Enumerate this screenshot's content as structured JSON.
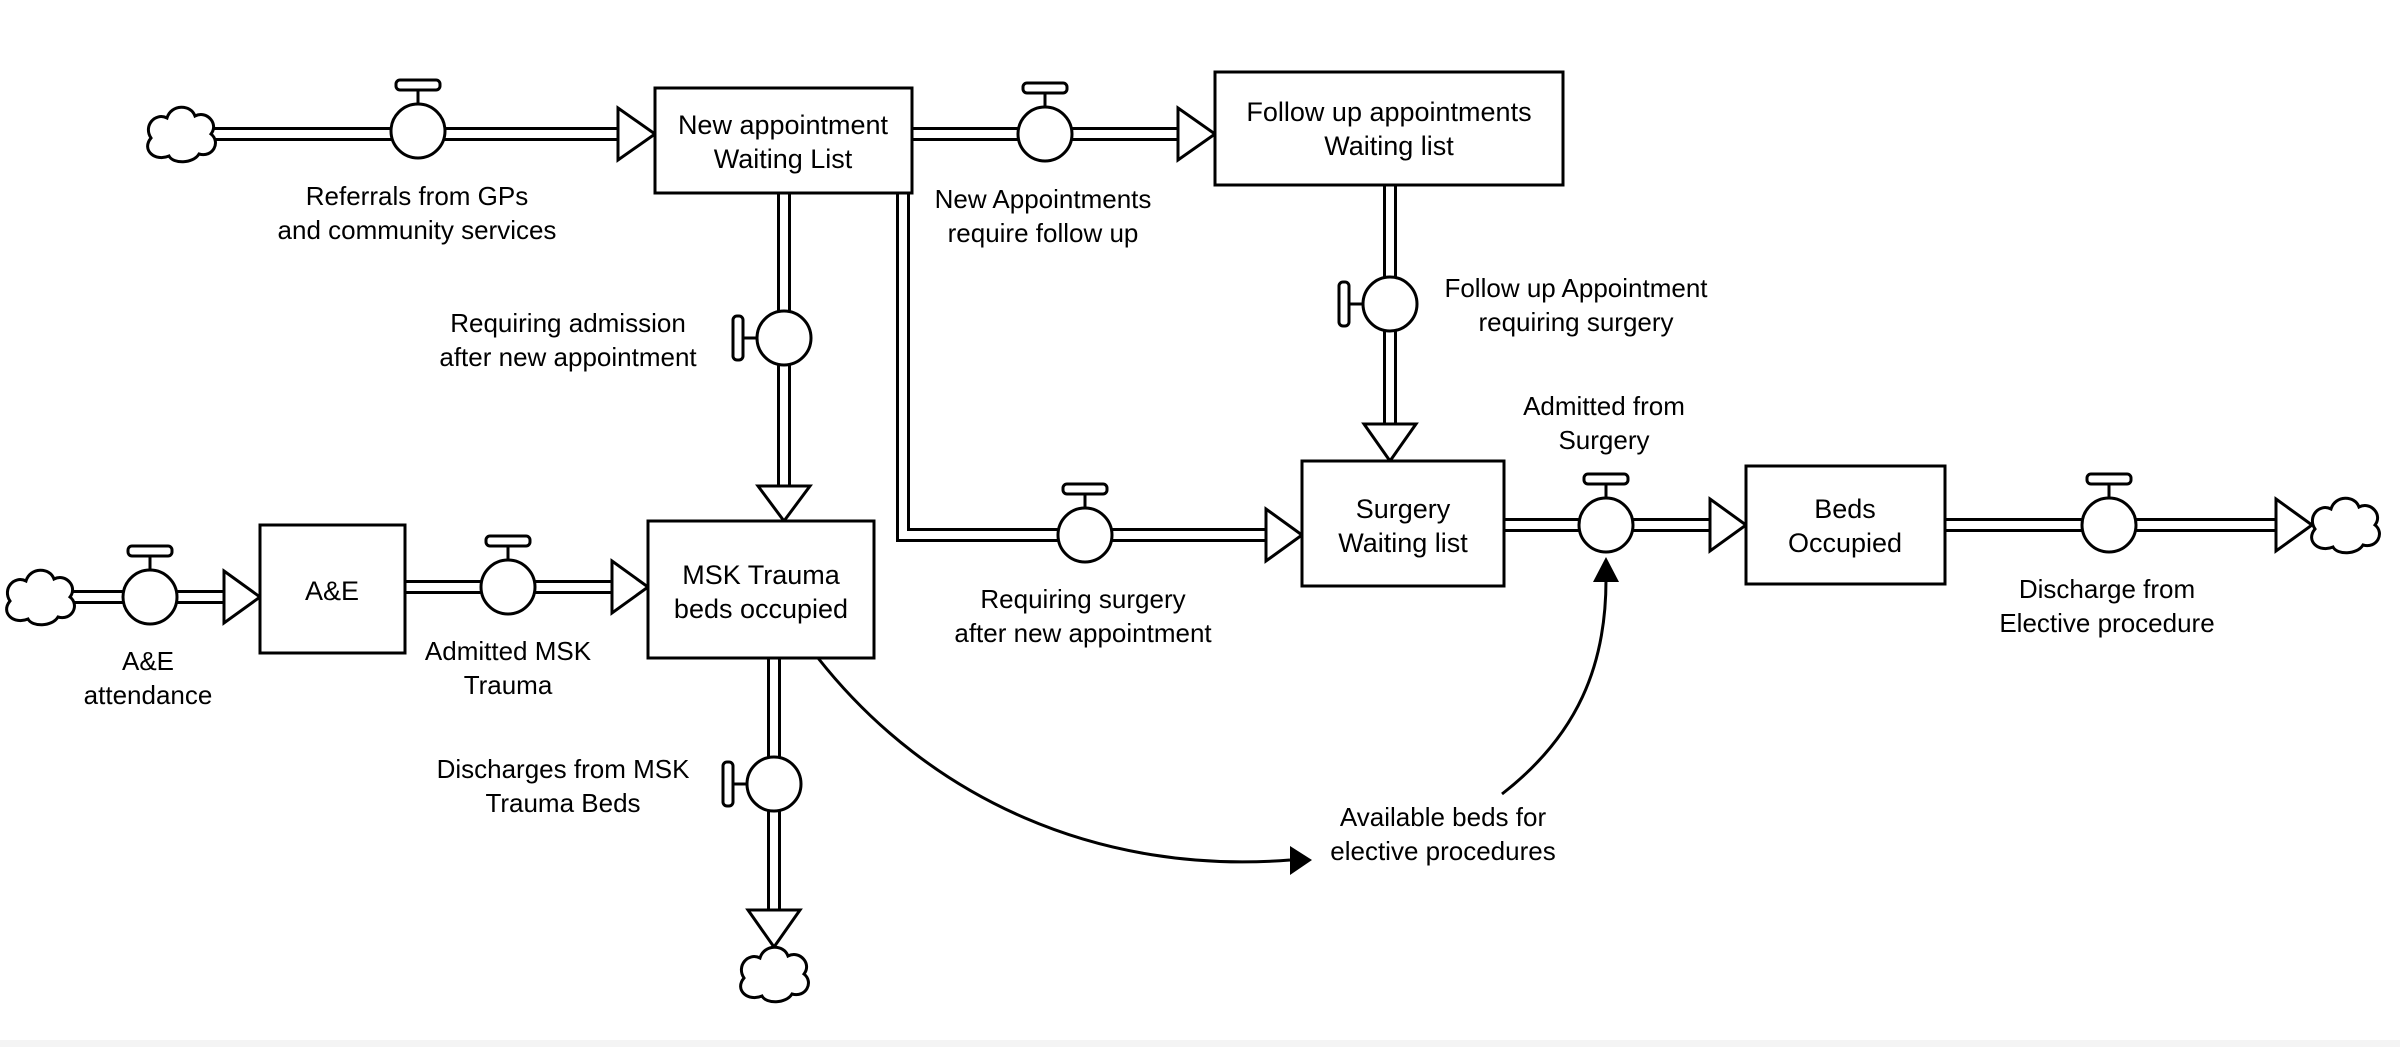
{
  "stocks": {
    "new_appointment": [
      "New appointment",
      "Waiting List"
    ],
    "follow_up": [
      "Follow up appointments",
      "Waiting list"
    ],
    "ae": [
      "A&E"
    ],
    "msk_trauma": [
      "MSK Trauma",
      "beds occupied"
    ],
    "surgery": [
      "Surgery",
      "Waiting list"
    ],
    "beds": [
      "Beds",
      "Occupied"
    ]
  },
  "flows": {
    "referrals": [
      "Referrals from GPs",
      "and community services"
    ],
    "new_require_follow": [
      "New Appointments",
      "require follow up"
    ],
    "follow_up_surgery": [
      "Follow up Appointment",
      "requiring surgery"
    ],
    "requiring_admission": [
      "Requiring admission",
      "after new appointment"
    ],
    "requiring_surgery": [
      "Requiring surgery",
      "after new appointment"
    ],
    "admitted_surgery": [
      "Admitted from",
      "Surgery"
    ],
    "ae_attendance": [
      "A&E",
      "attendance"
    ],
    "admitted_msk": [
      "Admitted MSK",
      "Trauma"
    ],
    "discharges_msk": [
      "Discharges from MSK",
      "Trauma Beds"
    ],
    "discharge_elective": [
      "Discharge from",
      "Elective procedure"
    ]
  },
  "variables": {
    "available_beds": [
      "Available beds for",
      "elective procedures"
    ]
  }
}
